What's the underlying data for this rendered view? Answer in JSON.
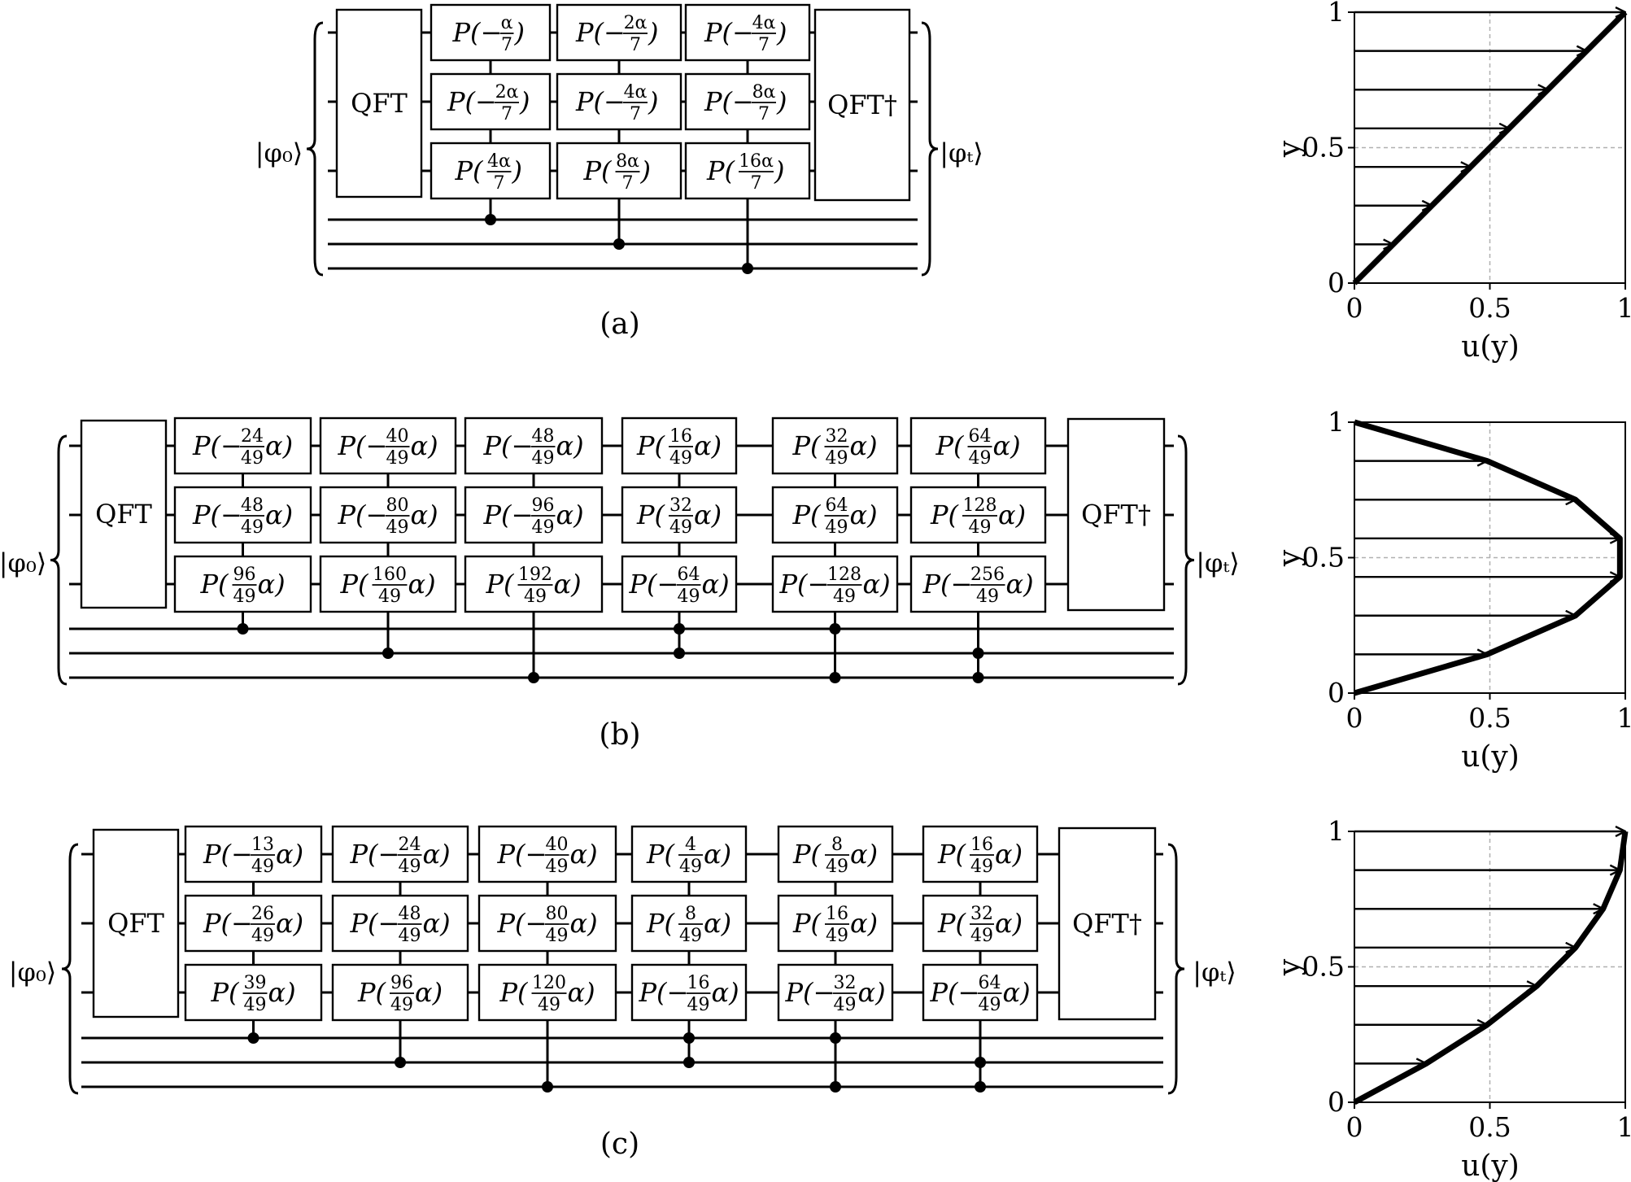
{
  "panels": [
    {
      "caption": "(a)",
      "input_state": "|φ₀⟩",
      "output_state": "|φₜ⟩",
      "qft_label": "QFT",
      "iqft_label": "QFT†",
      "layers": [
        {
          "control": [
            0
          ],
          "gates": [
            {
              "sign": "−",
              "num": "α",
              "den": "7",
              "tail": ""
            },
            {
              "sign": "−",
              "num": "2α",
              "den": "7",
              "tail": ""
            },
            {
              "sign": "",
              "num": "4α",
              "den": "7",
              "tail": ""
            }
          ]
        },
        {
          "control": [
            1
          ],
          "gates": [
            {
              "sign": "−",
              "num": "2α",
              "den": "7",
              "tail": ""
            },
            {
              "sign": "−",
              "num": "4α",
              "den": "7",
              "tail": ""
            },
            {
              "sign": "",
              "num": "8α",
              "den": "7",
              "tail": ""
            }
          ]
        },
        {
          "control": [
            2
          ],
          "gates": [
            {
              "sign": "−",
              "num": "4α",
              "den": "7",
              "tail": ""
            },
            {
              "sign": "−",
              "num": "8α",
              "den": "7",
              "tail": ""
            },
            {
              "sign": "",
              "num": "16α",
              "den": "7",
              "tail": ""
            }
          ]
        }
      ]
    },
    {
      "caption": "(b)",
      "input_state": "|φ₀⟩",
      "output_state": "|φₜ⟩",
      "qft_label": "QFT",
      "iqft_label": "QFT†",
      "layers": [
        {
          "control": [
            0
          ],
          "gates": [
            {
              "sign": "−",
              "num": "24",
              "den": "49",
              "tail": "α"
            },
            {
              "sign": "−",
              "num": "48",
              "den": "49",
              "tail": "α"
            },
            {
              "sign": "",
              "num": "96",
              "den": "49",
              "tail": "α"
            }
          ]
        },
        {
          "control": [
            1
          ],
          "gates": [
            {
              "sign": "−",
              "num": "40",
              "den": "49",
              "tail": "α"
            },
            {
              "sign": "−",
              "num": "80",
              "den": "49",
              "tail": "α"
            },
            {
              "sign": "",
              "num": "160",
              "den": "49",
              "tail": "α"
            }
          ]
        },
        {
          "control": [
            2
          ],
          "gates": [
            {
              "sign": "−",
              "num": "48",
              "den": "49",
              "tail": "α"
            },
            {
              "sign": "−",
              "num": "96",
              "den": "49",
              "tail": "α"
            },
            {
              "sign": "",
              "num": "192",
              "den": "49",
              "tail": "α"
            }
          ]
        },
        {
          "control": [
            0,
            1
          ],
          "gates": [
            {
              "sign": "",
              "num": "16",
              "den": "49",
              "tail": "α"
            },
            {
              "sign": "",
              "num": "32",
              "den": "49",
              "tail": "α"
            },
            {
              "sign": "−",
              "num": "64",
              "den": "49",
              "tail": "α"
            }
          ]
        },
        {
          "control": [
            0,
            2
          ],
          "gates": [
            {
              "sign": "",
              "num": "32",
              "den": "49",
              "tail": "α"
            },
            {
              "sign": "",
              "num": "64",
              "den": "49",
              "tail": "α"
            },
            {
              "sign": "−",
              "num": "128",
              "den": "49",
              "tail": "α"
            }
          ]
        },
        {
          "control": [
            1,
            2
          ],
          "gates": [
            {
              "sign": "",
              "num": "64",
              "den": "49",
              "tail": "α"
            },
            {
              "sign": "",
              "num": "128",
              "den": "49",
              "tail": "α"
            },
            {
              "sign": "−",
              "num": "256",
              "den": "49",
              "tail": "α"
            }
          ]
        }
      ]
    },
    {
      "caption": "(c)",
      "input_state": "|φ₀⟩",
      "output_state": "|φₜ⟩",
      "qft_label": "QFT",
      "iqft_label": "QFT†",
      "layers": [
        {
          "control": [
            0
          ],
          "gates": [
            {
              "sign": "−",
              "num": "13",
              "den": "49",
              "tail": "α"
            },
            {
              "sign": "−",
              "num": "26",
              "den": "49",
              "tail": "α"
            },
            {
              "sign": "",
              "num": "39",
              "den": "49",
              "tail": "α"
            }
          ]
        },
        {
          "control": [
            1
          ],
          "gates": [
            {
              "sign": "−",
              "num": "24",
              "den": "49",
              "tail": "α"
            },
            {
              "sign": "−",
              "num": "48",
              "den": "49",
              "tail": "α"
            },
            {
              "sign": "",
              "num": "96",
              "den": "49",
              "tail": "α"
            }
          ]
        },
        {
          "control": [
            2
          ],
          "gates": [
            {
              "sign": "−",
              "num": "40",
              "den": "49",
              "tail": "α"
            },
            {
              "sign": "−",
              "num": "80",
              "den": "49",
              "tail": "α"
            },
            {
              "sign": "",
              "num": "120",
              "den": "49",
              "tail": "α"
            }
          ]
        },
        {
          "control": [
            0,
            1
          ],
          "gates": [
            {
              "sign": "",
              "num": "4",
              "den": "49",
              "tail": "α"
            },
            {
              "sign": "",
              "num": "8",
              "den": "49",
              "tail": "α"
            },
            {
              "sign": "−",
              "num": "16",
              "den": "49",
              "tail": "α"
            }
          ]
        },
        {
          "control": [
            0,
            2
          ],
          "gates": [
            {
              "sign": "",
              "num": "8",
              "den": "49",
              "tail": "α"
            },
            {
              "sign": "",
              "num": "16",
              "den": "49",
              "tail": "α"
            },
            {
              "sign": "−",
              "num": "32",
              "den": "49",
              "tail": "α"
            }
          ]
        },
        {
          "control": [
            1,
            2
          ],
          "gates": [
            {
              "sign": "",
              "num": "16",
              "den": "49",
              "tail": "α"
            },
            {
              "sign": "",
              "num": "32",
              "den": "49",
              "tail": "α"
            },
            {
              "sign": "−",
              "num": "64",
              "den": "49",
              "tail": "α"
            }
          ]
        }
      ]
    }
  ],
  "chart_data": [
    {
      "type": "line",
      "xlabel": "u(y)",
      "ylabel": "y",
      "xlim": [
        0,
        1
      ],
      "ylim": [
        0,
        1
      ],
      "xticks": [
        "0",
        "0.5",
        "1"
      ],
      "yticks": [
        "0",
        "0.5",
        "1"
      ],
      "grid_lines": [
        0.5
      ],
      "series": [
        {
          "x": [
            0,
            1
          ],
          "y": [
            0,
            1
          ]
        }
      ],
      "arrows": [
        {
          "y": 0.143,
          "u": 0.143
        },
        {
          "y": 0.286,
          "u": 0.286
        },
        {
          "y": 0.429,
          "u": 0.429
        },
        {
          "y": 0.571,
          "u": 0.571
        },
        {
          "y": 0.714,
          "u": 0.714
        },
        {
          "y": 0.857,
          "u": 0.857
        },
        {
          "y": 1.0,
          "u": 1.0
        }
      ]
    },
    {
      "type": "line",
      "xlabel": "u(y)",
      "ylabel": "y",
      "xlim": [
        0,
        1
      ],
      "ylim": [
        0,
        1
      ],
      "xticks": [
        "0",
        "0.5",
        "1"
      ],
      "yticks": [
        "0",
        "0.5",
        "1"
      ],
      "grid_lines": [
        0.5
      ],
      "series": [
        {
          "x": [
            0,
            0.49,
            0.816,
            0.98,
            0.98,
            0.816,
            0.49,
            0
          ],
          "y": [
            0,
            0.143,
            0.286,
            0.429,
            0.571,
            0.714,
            0.857,
            1.0
          ]
        }
      ],
      "arrows": [
        {
          "y": 0.143,
          "u": 0.49
        },
        {
          "y": 0.286,
          "u": 0.816
        },
        {
          "y": 0.429,
          "u": 0.98
        },
        {
          "y": 0.571,
          "u": 0.98
        },
        {
          "y": 0.714,
          "u": 0.816
        },
        {
          "y": 0.857,
          "u": 0.49
        }
      ]
    },
    {
      "type": "line",
      "xlabel": "u(y)",
      "ylabel": "y",
      "xlim": [
        0,
        1
      ],
      "ylim": [
        0,
        1
      ],
      "xticks": [
        "0",
        "0.5",
        "1"
      ],
      "yticks": [
        "0",
        "0.5",
        "1"
      ],
      "grid_lines": [
        0.5
      ],
      "series": [
        {
          "x": [
            0,
            0.265,
            0.49,
            0.673,
            0.816,
            0.918,
            0.98,
            1.0
          ],
          "y": [
            0,
            0.143,
            0.286,
            0.429,
            0.571,
            0.714,
            0.857,
            1.0
          ]
        }
      ],
      "arrows": [
        {
          "y": 0.143,
          "u": 0.265
        },
        {
          "y": 0.286,
          "u": 0.49
        },
        {
          "y": 0.429,
          "u": 0.673
        },
        {
          "y": 0.571,
          "u": 0.816
        },
        {
          "y": 0.714,
          "u": 0.918
        },
        {
          "y": 0.857,
          "u": 0.98
        },
        {
          "y": 1.0,
          "u": 1.0
        }
      ]
    }
  ]
}
